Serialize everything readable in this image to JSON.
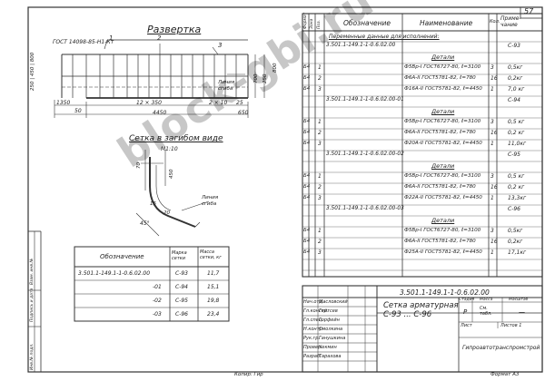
{
  "page_number": "57",
  "format": "Формат А3",
  "copied": "Копир: Гир",
  "watermark": "block-gbi.ru",
  "left_view": {
    "title": "Развертка",
    "gost_label": "ГОСТ 14098-85-Н1-Кт",
    "dim_1350": "1350",
    "dim_4450": "4450",
    "dim_12x350": "12 × 350",
    "dim_2x10": "2 × 10",
    "dim_25": "25",
    "dim_250": "250",
    "dim_50": "50",
    "dim_650": "650",
    "left_vert_dims": "250 | 450 | 800",
    "vert_700": "700",
    "vert_250": "250",
    "vert_800": "800",
    "marker_1": "1",
    "marker_2": "2",
    "marker_3": "3",
    "annot_tie": "Линия\nсгиба",
    "section_title": "Сетка в загибом виде",
    "section_scale": "М1:10",
    "r_70": "70",
    "r_450": "450",
    "d_45": "45°",
    "b_15": "15",
    "b_20": "20",
    "annot_bend": "Линия\nсгиба"
  },
  "small_table": {
    "h_designation": "Обозначение",
    "h_mark": "Марка сетки",
    "h_mass": "Масса сетки, кг",
    "rows": [
      {
        "code": "3.501.1-149.1-1-0.6.02.00",
        "mark": "С-93",
        "mass": "11,7"
      },
      {
        "code": "-01",
        "mark": "С-94",
        "mass": "15,1"
      },
      {
        "code": "-02",
        "mark": "С-95",
        "mass": "19,8"
      },
      {
        "code": "-03",
        "mark": "С-96",
        "mass": "23,4"
      }
    ]
  },
  "spec_table": {
    "h_format": "Формат",
    "h_zone": "Зона",
    "h_pos": "Поз.",
    "h_designation": "Обозначение",
    "h_name": "Наименование",
    "h_qty": "Кол.",
    "h_note": "Приме-\nчание",
    "variable_header": "Переменные данные для исполнений:",
    "rows": [
      {
        "fmt": "",
        "pos": "",
        "des": "3.501.1-149.1-1-0.6.02.00",
        "name": "",
        "qty": "",
        "note": "С-93"
      },
      {
        "fmt": "",
        "pos": "",
        "des": "",
        "name": "Детали",
        "qty": "",
        "note": ""
      },
      {
        "fmt": "Б4",
        "pos": "1",
        "des": "",
        "name": "Ф5Вр-I ГОСТ6727-80, ℓ=3100",
        "qty": "3",
        "note": "0,5кг"
      },
      {
        "fmt": "Б4",
        "pos": "2",
        "des": "",
        "name": "Ф6А-II ГОСТ5781-82, ℓ=780",
        "qty": "16",
        "note": "0,2кг"
      },
      {
        "fmt": "Б4",
        "pos": "3",
        "des": "",
        "name": "Ф16А-II ГОСТ5781-82, ℓ=4450",
        "qty": "1",
        "note": "7,0 кг"
      },
      {
        "fmt": "",
        "pos": "",
        "des": "3.501.1-149.1-1-0.6.02.00-01",
        "name": "",
        "qty": "",
        "note": "С-94"
      },
      {
        "fmt": "",
        "pos": "",
        "des": "",
        "name": "Детали",
        "qty": "",
        "note": ""
      },
      {
        "fmt": "Б4",
        "pos": "1",
        "des": "",
        "name": "Ф5Вр-I ГОСТ6727-80, ℓ=3100",
        "qty": "3",
        "note": "0,5 кг"
      },
      {
        "fmt": "Б4",
        "pos": "2",
        "des": "",
        "name": "Ф6А-II ГОСТ5781-82, ℓ=780",
        "qty": "16",
        "note": "0,2 кг"
      },
      {
        "fmt": "Б4",
        "pos": "3",
        "des": "",
        "name": "Ф20А-II ГОСТ5781-82, ℓ=4450",
        "qty": "1",
        "note": "11,0кг"
      },
      {
        "fmt": "",
        "pos": "",
        "des": "3.501.1-149.1-1-0.6.02.00-02",
        "name": "",
        "qty": "",
        "note": "С-95"
      },
      {
        "fmt": "",
        "pos": "",
        "des": "",
        "name": "Детали",
        "qty": "",
        "note": ""
      },
      {
        "fmt": "Б4",
        "pos": "1",
        "des": "",
        "name": "Ф5Вр-I ГОСТ6727-80, ℓ=3100",
        "qty": "3",
        "note": "0,5 кг"
      },
      {
        "fmt": "Б4",
        "pos": "2",
        "des": "",
        "name": "Ф6А-II ГОСТ5781-82, ℓ=780",
        "qty": "16",
        "note": "0,2 кг"
      },
      {
        "fmt": "Б4",
        "pos": "3",
        "des": "",
        "name": "Ф22А-II ГОСТ5781-82, ℓ=4450",
        "qty": "1",
        "note": "13,3кг"
      },
      {
        "fmt": "",
        "pos": "",
        "des": "3.501.1-149.1-1-0.6.02.00-03",
        "name": "",
        "qty": "",
        "note": "С-96"
      },
      {
        "fmt": "",
        "pos": "",
        "des": "",
        "name": "Детали",
        "qty": "",
        "note": ""
      },
      {
        "fmt": "Б4",
        "pos": "1",
        "des": "",
        "name": "Ф5Вр-I ГОСТ6727-80, ℓ=3100",
        "qty": "3",
        "note": "0,5кг"
      },
      {
        "fmt": "Б4",
        "pos": "2",
        "des": "",
        "name": "Ф6А-II ГОСТ5781-82, ℓ=780",
        "qty": "16",
        "note": "0,2кг"
      },
      {
        "fmt": "Б4",
        "pos": "3",
        "des": "",
        "name": "Ф25А-II ГОСТ5781-82, ℓ=4450",
        "qty": "1",
        "note": "17,1кг"
      }
    ]
  },
  "title_block": {
    "doc_code": "3.501.1-149.1-1-0.6.02.00",
    "title": "Сетка арматурная\nС-93 ... С-96",
    "h_stage": "Стадия",
    "h_mass": "Масса",
    "h_scale": "Масштаб",
    "stage": "Р",
    "mass": "См. табл.",
    "scale": "—",
    "sheet_label": "Лист",
    "sheets_label": "Листов 1",
    "org": "Гипроавтотранспромстрой",
    "roles": [
      {
        "role": "Нач.отд.",
        "name": "Масловский"
      },
      {
        "role": "Гл.констр.",
        "name": "Гейтсев"
      },
      {
        "role": "Гл.спец.",
        "name": "Горфейн"
      },
      {
        "role": "Н.контр.",
        "name": "Смолкина"
      },
      {
        "role": "Рук.гр.",
        "name": "Ганушкина"
      },
      {
        "role": "Провер.",
        "name": "Чекмин"
      },
      {
        "role": "Разраб.",
        "name": "Тарахова"
      }
    ]
  },
  "side_stamp": {
    "col1": "Инв.№ подл.",
    "col2": "Подпись и дата",
    "col3": "Взам. инв.№"
  }
}
